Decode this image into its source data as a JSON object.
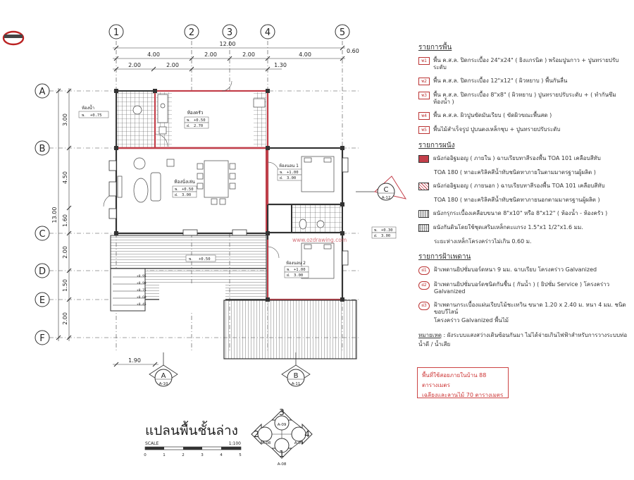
{
  "logo_text": "",
  "grid": {
    "columns": [
      "1",
      "2",
      "3",
      "4",
      "5"
    ],
    "rows": [
      "A",
      "B",
      "C",
      "D",
      "E",
      "F"
    ]
  },
  "dims": {
    "top_total": "12.00",
    "top_extra": "0.60",
    "top_row2": [
      "4.00",
      "2.00",
      "2.00",
      "4.00"
    ],
    "top_row3": [
      "2.00",
      "2.00",
      "1.30"
    ],
    "left_total": "13.00",
    "left_parts": [
      "3.00",
      "4.50",
      "1.60",
      "2.00",
      "1.50",
      "2.00"
    ],
    "bottom": "1.90"
  },
  "rooms": {
    "bath_name": "ห้องน้ำ",
    "bath_level": "+0.75",
    "kitchen_name": "ห้องครัว",
    "kitchen_level": "+0.50",
    "kitchen_height": "2.70",
    "living_name": "ห้องนั่งเล่น",
    "living_level": "+0.50",
    "living_height": "3.00",
    "bed1_name": "ห้องนอน 1",
    "bed1_level": "+1.00",
    "bed1_height": "3.00",
    "bed2_name": "ห้องนอน 2",
    "bed2_level": "+1.00",
    "bed2_height": "3.00",
    "deck_level": "+0.50",
    "stair_levels": [
      "+0.95",
      "+0.90",
      "+0.75",
      "+0.60",
      "+0.45"
    ],
    "mini_level": "+0.30",
    "mini_height": "3.00",
    "fl_label": "พ.",
    "ht_label": "ฝ."
  },
  "watermark": "www.ozdrawing.com",
  "sections": {
    "a": {
      "letter": "A",
      "sheet": "A-10"
    },
    "b": {
      "letter": "B",
      "sheet": "A-11"
    },
    "c": {
      "letter": "C",
      "sheet": "A-12"
    }
  },
  "elevations": {
    "top": {
      "n": "3",
      "sheet": "A-09"
    },
    "left": {
      "n": "2",
      "sheet": "A-08"
    },
    "right": {
      "n": "4",
      "sheet": "A-09"
    },
    "bottom": {
      "n": "1",
      "sheet": "A-08"
    }
  },
  "title": "แปลนพื้นชั้นล่าง",
  "scale": {
    "label": "SCALE",
    "ratio": "1:100",
    "ticks": [
      "0",
      "1",
      "2",
      "3",
      "4",
      "5"
    ]
  },
  "legend": {
    "floor_title": "รายการพื้น",
    "floor": [
      {
        "tag": "พ1",
        "text": "พื้น ค.ส.ล. ปิดกระเบื้อง 24\"x24\" ( ยิงแกรนิต ) พร้อมปูนกาว + ปูนทรายปรับระดับ"
      },
      {
        "tag": "พ2",
        "text": "พื้น ค.ส.ล. ปิดกระเบื้อง 12\"x12\" ( ผิวหยาบ ) พื้นกันลื่น"
      },
      {
        "tag": "พ3",
        "text": "พื้น ค.ส.ล. ปิดกระเบื้อง 8\"x8\" ( ผิวหยาบ ) ปูนทรายปรับระดับ + ( ทำกันซึมห้องน้ำ )"
      },
      {
        "tag": "พ4",
        "text": "พื้น ค.ส.ล. ผิวปูนขัดมันเรียบ ( ขัดผิวขณะพื้นสด )"
      },
      {
        "tag": "พ5",
        "text": "พื้นไม้สำเร็จรูป ปูบนตงเหล็กชุบ + ปูนทรายปรับระดับ"
      }
    ],
    "wall_title": "รายการผนัง",
    "wall": [
      {
        "pattern": "solid",
        "text": "ผนังก่ออิฐมอญ ( ภายใน ) ฉาบเรียบทาสีรองพื้น TOA 101 เคลือบสีทับ"
      },
      {
        "pattern": "none",
        "text": "TOA 180 ( ทาอะคริลิคสีน้ำทับชนิดทาภายในตามมาตรฐานผู้ผลิต )"
      },
      {
        "pattern": "hatch",
        "text": "ผนังก่ออิฐมอญ ( ภายนอก ) ฉาบเรียบทาสีรองพื้น TOA 101 เคลือบสีทับ"
      },
      {
        "pattern": "none",
        "text": "TOA 180 ( ทาอะคริลิคสีน้ำทับชนิดทาภายนอกตามมาตรฐานผู้ผลิต )"
      },
      {
        "pattern": "grid",
        "text": "ผนังกรุกระเบื้องเคลือบขนาด 8\"x10\" หรือ 8\"x12\" ( ห้องน้ำ - ห้องครัว )"
      },
      {
        "pattern": "dots",
        "text": "ผนังกันดินโดยใช้ชุดเสริมเหล็กตะแกรง 1.5\"x1 1/2\"x1.6 มม."
      },
      {
        "pattern": "none",
        "text": "ระยะห่างเหล็กโครงคร่าวไม่เกิน 0.60 ม."
      }
    ],
    "ceiling_title": "รายการฝ้าเพดาน",
    "ceiling": [
      {
        "tag": "ฝ1",
        "text": "ฝ้าเพดานยิปซั่มบอร์ดหนา 9 มม. ฉาบเรียบ โครงคร่าว Galvanized"
      },
      {
        "tag": "ฝ2",
        "text": "ฝ้าเพดานยิปซั่มบอร์ดชนิดกันชื้น ( กันน้ำ ) ( ยิปซั่ม Service ) โครงคร่าว Galvanized"
      },
      {
        "tag": "ฝ3",
        "text": "ฝ้าเพดานกระเบื้องแผ่นเรียบไม้ชะเทวิน ขนาด 1.20 x 2.40 ม. หนา 4 มม. ชนิดขอบวีไลน์"
      },
      {
        "tag": "",
        "text": "โครงคร่าว Galvanized พื้นไม้"
      }
    ],
    "note_label": "หมายเหตุ",
    "note_text": ": ผังระบบแสงสว่างเดินซ้อนกันมา ไม่ได้จ่ายเกินไฟฟ้าสำหรับการวางระบบท่อน้ำดี / น้ำเสีย"
  },
  "area_box": {
    "line1": "พื้นที่ใช้สอยภายในบ้าน 88 ตารางเมตร",
    "line2": "เฉลียงและลานไม้ 70 ตารางเมตร"
  },
  "colors": {
    "wall_red": "#c33f4a",
    "line": "#333333",
    "accent": "#d24a55"
  }
}
